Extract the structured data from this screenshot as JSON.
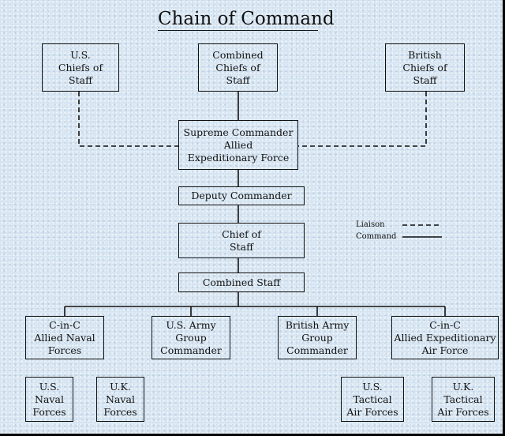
{
  "title": "Chain of Command",
  "nodes": {
    "us_chiefs": "U.S.\nChiefs of\nStaff",
    "combined_chiefs": "Combined\nChiefs of\nStaff",
    "british_chiefs": "British\nChiefs of\nStaff",
    "supreme_commander": "Supreme Commander\nAllied\nExpeditionary Force",
    "deputy_commander": "Deputy Commander",
    "chief_of_staff": "Chief of\nStaff",
    "combined_staff": "Combined Staff",
    "naval_forces_cinc": "C-in-C\nAllied Naval\nForces",
    "us_army_group": "U.S. Army\nGroup\nCommander",
    "british_army_group": "British Army\nGroup\nCommander",
    "air_force_cinc": "C-in-C\nAllied Expeditionary\nAir Force",
    "us_naval_forces": "U.S.\nNaval\nForces",
    "uk_naval_forces": "U.K.\nNaval\nForces",
    "us_tactical_air": "U.S.\nTactical\nAir Forces",
    "uk_tactical_air": "U.K.\nTactical\nAir Forces"
  },
  "legend": {
    "liaison_label": "Liaison",
    "command_label": "Command"
  }
}
